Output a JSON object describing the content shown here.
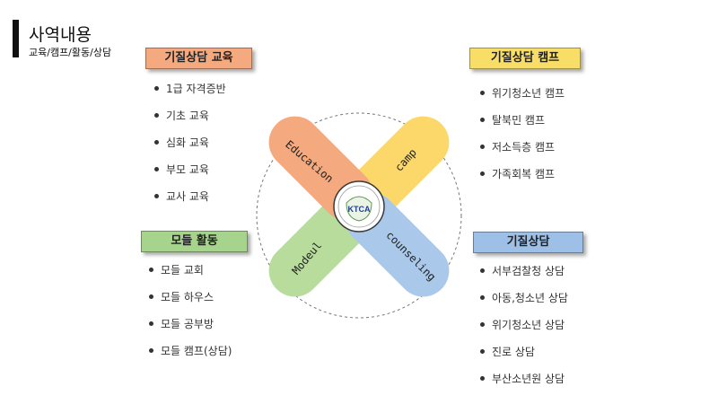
{
  "header": {
    "title": "사역내용",
    "subtitle": "교육/캠프/활동/상담"
  },
  "sections": {
    "education": {
      "title": "기질상담 교육",
      "items": [
        "1급 자격증반",
        "기초 교육",
        "심화 교육",
        "부모 교육",
        "교사 교육"
      ]
    },
    "camp": {
      "title": "기질상담 캠프",
      "items": [
        "위기청소년 캠프",
        "탈북민 캠프",
        "저소득층 캠프",
        "가족회복 캠프"
      ]
    },
    "modeul": {
      "title": "모들 활동",
      "items": [
        "모들 교회",
        "모들 하우스",
        "모들 공부방",
        "모들 캠프(상담)"
      ]
    },
    "counseling": {
      "title": "기질상담",
      "items": [
        "서부검찰청 상담",
        "아동,청소년 상담",
        "위기청소년 상담",
        "진로 상담",
        "부산소년원 상담"
      ]
    }
  },
  "diagram": {
    "labels": {
      "education": "Education",
      "camp": "camp",
      "modeul": "Modeul",
      "counseling": "counseling"
    },
    "logo_text": "KTCA",
    "colors": {
      "education": "#f4a97f",
      "camp": "#fcd86a",
      "modeul": "#b7dc9c",
      "counseling": "#a9c8ea",
      "logo_blue": "#1f3f8f"
    }
  }
}
